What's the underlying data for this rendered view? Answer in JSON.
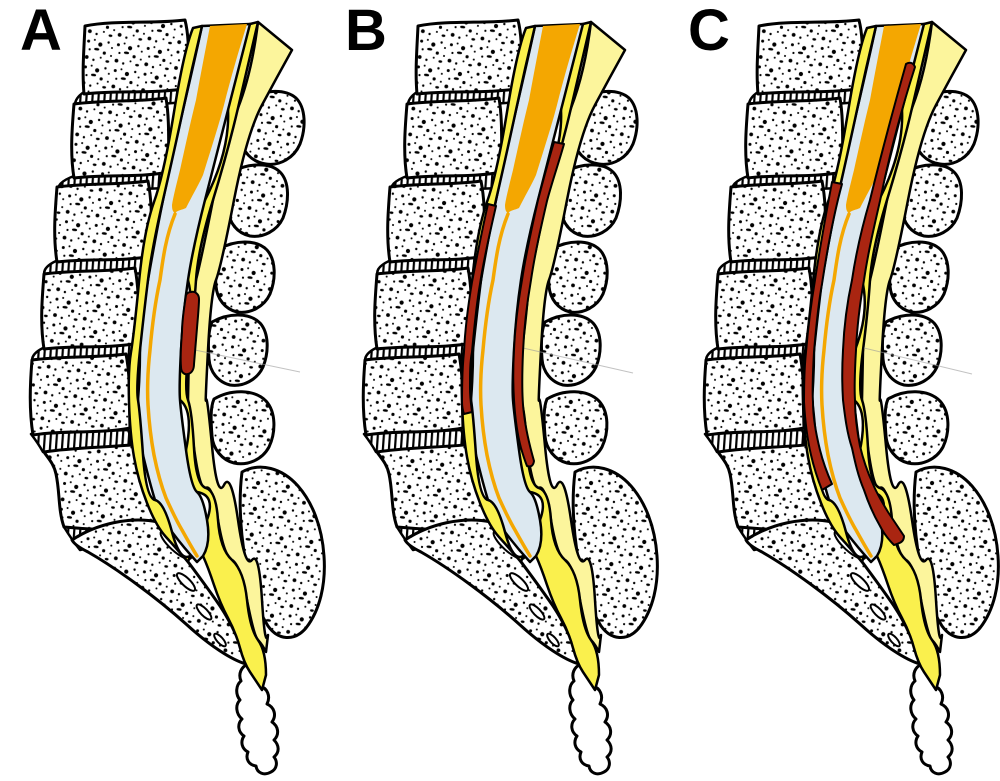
{
  "panels": [
    {
      "label": "A",
      "hematoma_extent": {
        "anterior": "none",
        "posterior": "small, about one vertebral level"
      }
    },
    {
      "label": "B",
      "hematoma_extent": {
        "anterior": "moderate, about three levels",
        "posterior": "moderate, about four levels"
      }
    },
    {
      "label": "C",
      "hematoma_extent": {
        "anterior": "large, about four levels",
        "posterior": "extensive, nearly whole canal"
      }
    }
  ],
  "colors": {
    "background": "#ffffff",
    "outline": "#000000",
    "bone": "#ffffff",
    "spinal_cord": "#F4A701",
    "dural_sac": "#DCE8F0",
    "epidural_fat": "#FAF04D",
    "posterior_pale": "#FCF59C",
    "hematoma": "#A92511",
    "hairline": "#9a9a9a"
  },
  "structures": [
    {
      "name": "vertebral-body",
      "fill_key": "bone"
    },
    {
      "name": "intervertebral-disc",
      "fill_key": "hatched"
    },
    {
      "name": "spinal-cord-conus",
      "fill_key": "spinal_cord"
    },
    {
      "name": "filum-terminale",
      "fill_key": "spinal_cord"
    },
    {
      "name": "dural-sac",
      "fill_key": "dural_sac"
    },
    {
      "name": "epidural-fat",
      "fill_key": "epidural_fat"
    },
    {
      "name": "posterior-soft-tissue-band",
      "fill_key": "posterior_pale"
    },
    {
      "name": "epidural-hematoma",
      "fill_key": "hematoma"
    }
  ]
}
